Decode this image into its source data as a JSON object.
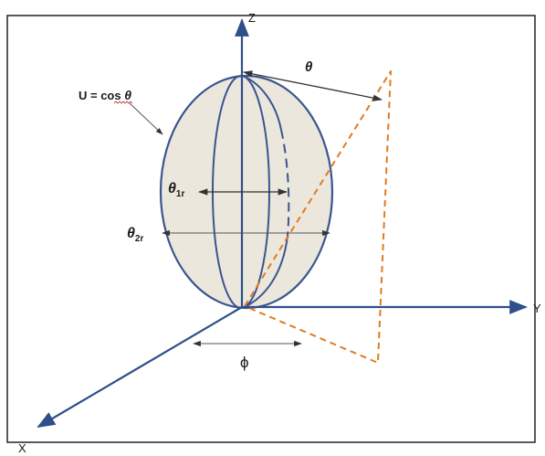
{
  "labels": {
    "z_axis": "Z",
    "y_axis": "Y",
    "x_axis": "X",
    "formula_prefix": "U = cos ",
    "formula_theta": "θ",
    "theta": "θ",
    "theta_1r_main": "θ",
    "theta_1r_sub": "1r",
    "theta_2r_main": "θ",
    "theta_2r_sub": "2r",
    "phi": "ϕ"
  },
  "colors": {
    "axis": "#2e4f8a",
    "outline": "#3a5490",
    "sphere_fill": "#ece7dc",
    "dashed_triangle": "#e07b22",
    "arrow": "#333333",
    "frame": "#222222"
  }
}
